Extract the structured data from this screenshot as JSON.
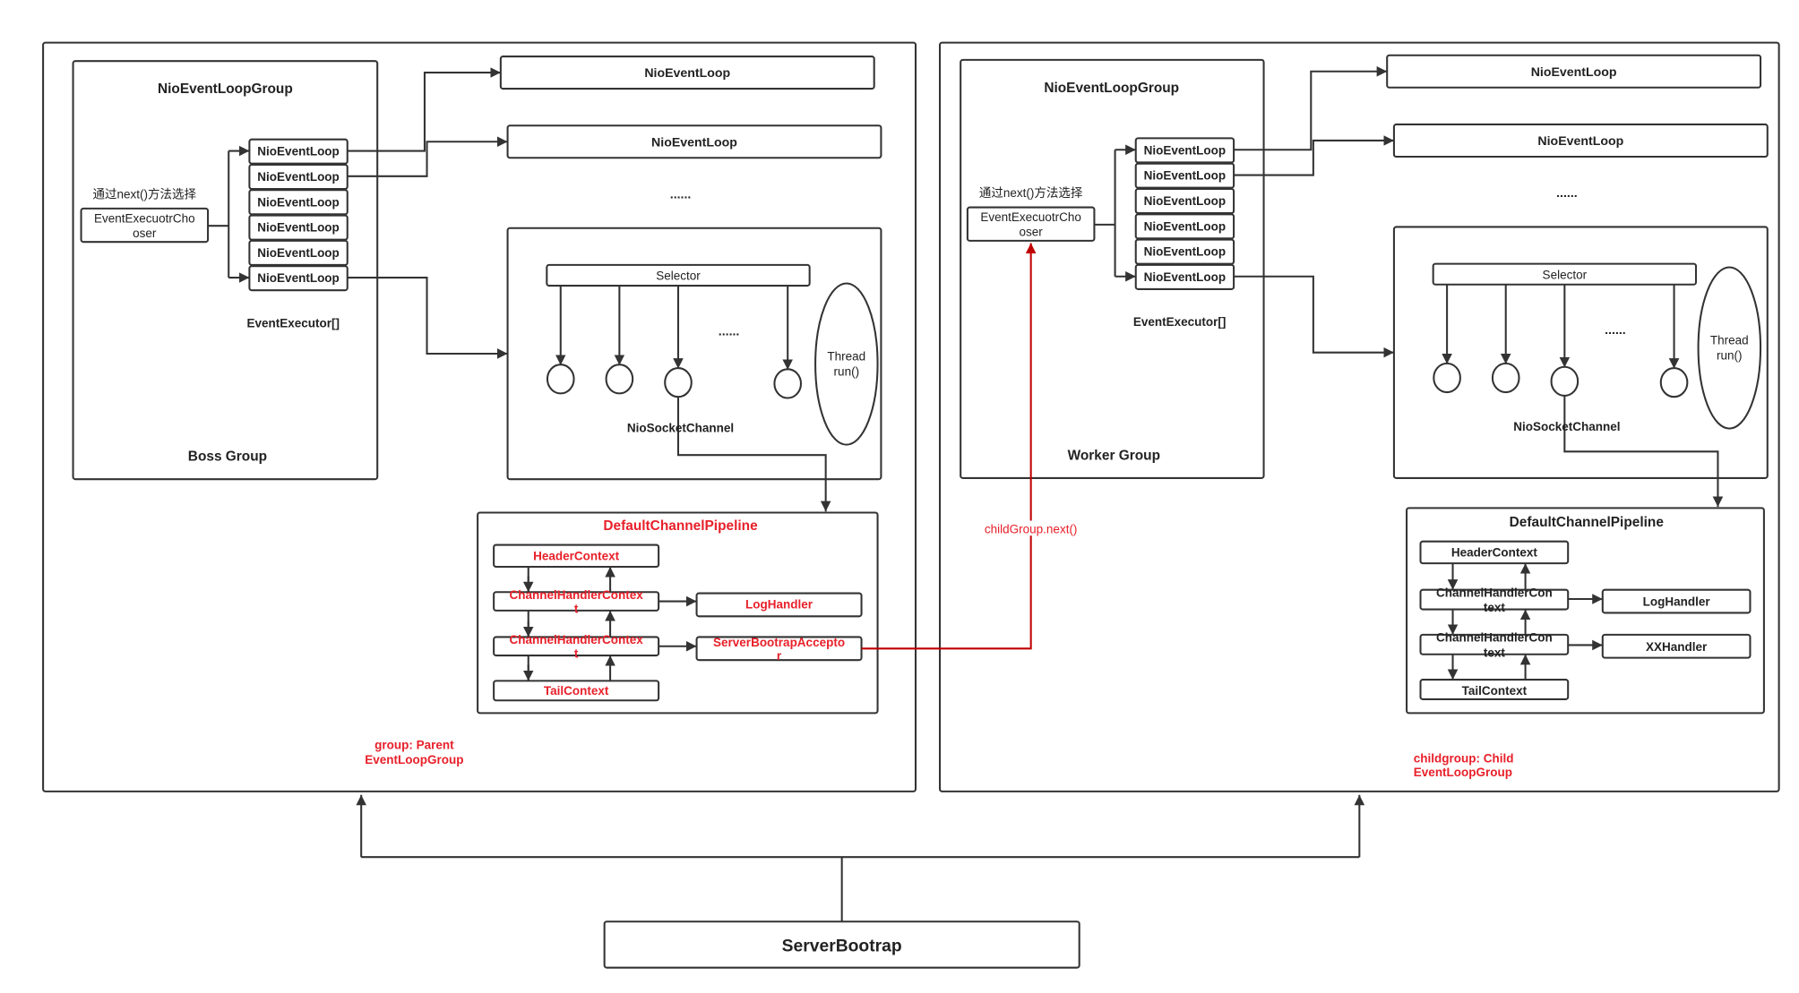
{
  "colors": {
    "stroke": "#333333",
    "highlight_text": "#e8202a",
    "highlight_line": "#c00000"
  },
  "boss": {
    "group_title": "NioEventLoopGroup",
    "group_name": "Boss Group",
    "chooser_caption": "通过next()方法选择",
    "chooser_line1": "EventExecuotrCho",
    "chooser_line2": "oser",
    "loops": [
      "NioEventLoop",
      "NioEventLoop",
      "NioEventLoop",
      "NioEventLoop",
      "NioEventLoop",
      "NioEventLoop"
    ],
    "array_label": "EventExecutor[]",
    "top_loop_1": "NioEventLoop",
    "top_loop_2": "NioEventLoop",
    "ellipsis": "......",
    "selector": "Selector",
    "selector_ellipsis": "......",
    "thread_line1": "Thread",
    "thread_line2": "run()",
    "channel_label": "NioSocketChannel",
    "pipeline": {
      "title": "DefaultChannelPipeline",
      "header": "HeaderContext",
      "ctx1_line1": "ChannelHandlerContex",
      "ctx1_line2": "t",
      "ctx2_line1": "ChannelHandlerContex",
      "ctx2_line2": "t",
      "tail": "TailContext",
      "handler1": "LogHandler",
      "handler2_line1": "ServerBootrapAccepto",
      "handler2_line2": "r"
    },
    "note_line1": "group: Parent",
    "note_line2": "EventLoopGroup"
  },
  "worker": {
    "group_title": "NioEventLoopGroup",
    "group_name": "Worker Group",
    "chooser_caption": "通过next()方法选择",
    "chooser_line1": "EventExecuotrCho",
    "chooser_line2": "oser",
    "loops": [
      "NioEventLoop",
      "NioEventLoop",
      "NioEventLoop",
      "NioEventLoop",
      "NioEventLoop",
      "NioEventLoop"
    ],
    "array_label": "EventExecutor[]",
    "top_loop_1": "NioEventLoop",
    "top_loop_2": "NioEventLoop",
    "ellipsis": "......",
    "selector": "Selector",
    "selector_ellipsis": "......",
    "thread_line1": "Thread",
    "thread_line2": "run()",
    "channel_label": "NioSocketChannel",
    "pipeline": {
      "title": "DefaultChannelPipeline",
      "header": "HeaderContext",
      "ctx1_line1": "ChannelHandlerCon",
      "ctx1_line2": "text",
      "ctx2_line1": "ChannelHandlerCon",
      "ctx2_line2": "text",
      "tail": "TailContext",
      "handler1": "LogHandler",
      "handler2_line1": "XXHandler"
    },
    "note_line1": "childgroup: Child",
    "note_line2": "EventLoopGroup"
  },
  "link_label": "childGroup.next()",
  "server_bootstrap": "ServerBootrap"
}
